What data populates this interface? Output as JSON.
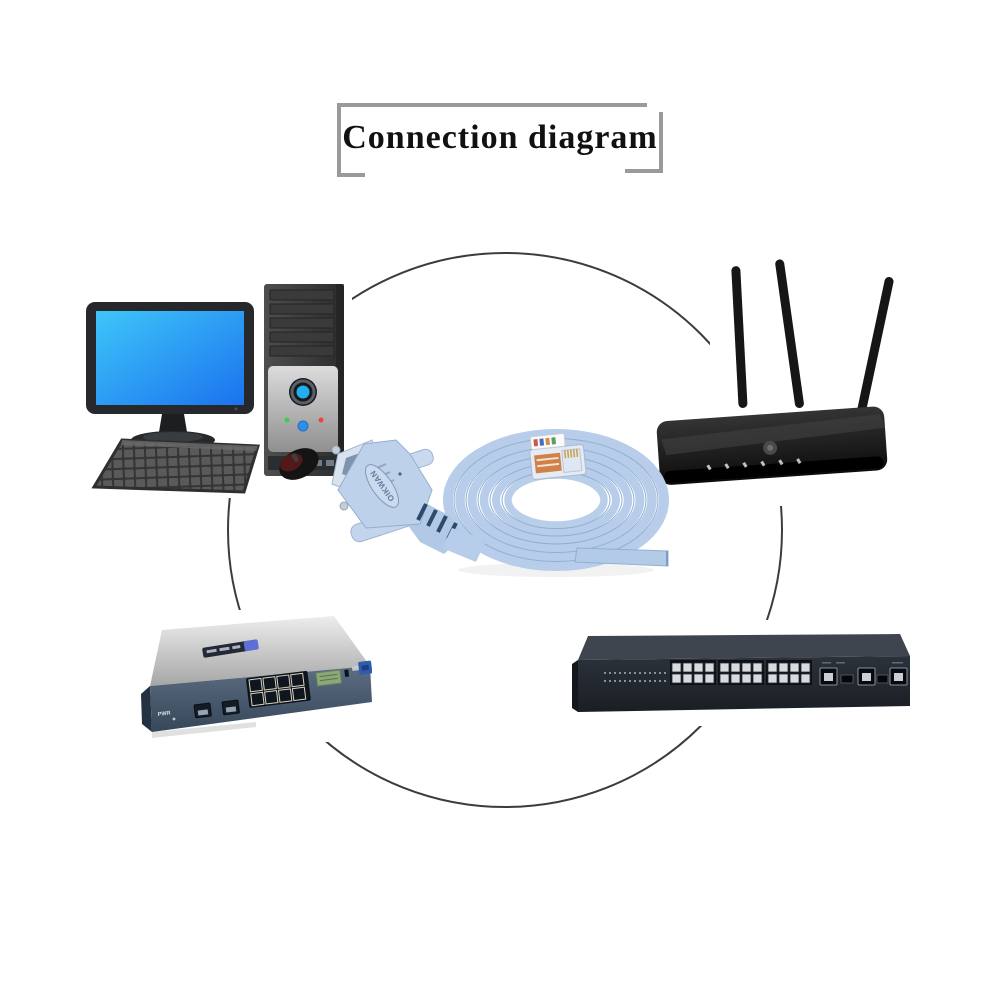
{
  "page": {
    "background_color": "#ffffff"
  },
  "title_box": {
    "label": "Connection diagram",
    "text_color": "#111111",
    "frame_color": "#9a9a9a"
  },
  "connection_circle": {
    "stroke_color": "#3c3c3c"
  },
  "devices": {
    "desktop_computer": {
      "name": "desktop-computer",
      "parts": [
        "monitor",
        "tower",
        "keyboard",
        "mouse"
      ],
      "screen_color": "#2aa7f5"
    },
    "wireless_router": {
      "name": "wireless-router",
      "antenna_count": 3,
      "body_color": "#1c1c1c"
    },
    "console_cable": {
      "name": "console-cable",
      "brand": "OIKWAN",
      "cable_color": "#b7cde9",
      "connector_left": "db9-serial-connector",
      "connector_right": "rj45-connector"
    },
    "vpn_router": {
      "name": "8-port-router",
      "panel_label": "PWR",
      "port_count": 8,
      "panel_color": "#4d5d70"
    },
    "network_switch": {
      "name": "24-port-switch",
      "port_count": 24,
      "body_color": "#262b33"
    }
  }
}
